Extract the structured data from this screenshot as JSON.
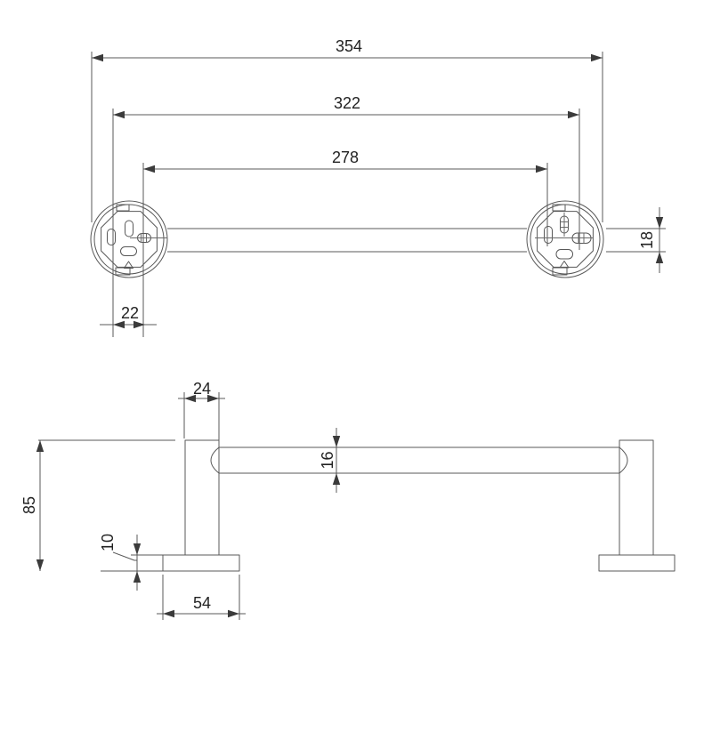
{
  "drawing": {
    "type": "technical-dimension-drawing",
    "subject": "wall-mounted towel bar, front view and side view",
    "background_color": "#ffffff",
    "line_color": "#585858",
    "text_color": "#222222",
    "dimensions": {
      "overall_width": "354",
      "outer_hole_span": "322",
      "inner_hole_span": "278",
      "hole_pair_offset": "22",
      "flange_depth": "18",
      "post_width": "24",
      "bar_diameter": "16",
      "overall_height": "85",
      "base_thickness": "10",
      "base_width": "54"
    }
  }
}
